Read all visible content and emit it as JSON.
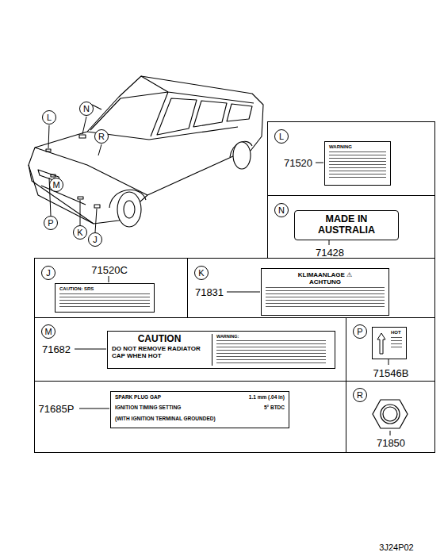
{
  "diagram": {
    "nodes": [
      {
        "text": [
          "L"
        ]
      },
      {
        "text": [
          "N"
        ]
      },
      {
        "text": [
          "R"
        ]
      },
      {
        "text": [
          "M"
        ]
      },
      {
        "text": [
          "P"
        ]
      },
      {
        "text": [
          "K"
        ]
      },
      {
        "text": [
          "J"
        ]
      },
      {
        "text": [
          "71520"
        ]
      },
      {
        "text": [
          "L"
        ],
        "in": 7
      },
      {
        "text": [
          "WARNING"
        ],
        "in": 7
      },
      {
        "text": [
          "71428"
        ]
      },
      {
        "text": [
          "N"
        ],
        "in": 10
      },
      {
        "text": [
          "MADE IN AUSTRALIA"
        ],
        "in": 10
      },
      {
        "text": [
          "71520C"
        ]
      },
      {
        "text": [
          "J"
        ],
        "in": 13
      },
      {
        "text": [
          "CAUTION: SRS"
        ],
        "in": 13
      },
      {
        "text": [
          "71831"
        ]
      },
      {
        "text": [
          "K"
        ],
        "in": 16
      },
      {
        "text": [
          "KLIMAANLAGE ⚠ ACHTUNG"
        ],
        "in": 16
      },
      {
        "text": [
          "71682"
        ]
      },
      {
        "text": [
          "M"
        ],
        "in": 19
      },
      {
        "text": [
          "CAUTION",
          "DO NOT REMOVE RADIATOR CAP WHEN HOT",
          "WARNING:"
        ],
        "in": 19
      },
      {
        "text": [
          "71546B"
        ]
      },
      {
        "text": [
          "P"
        ],
        "in": 22
      },
      {
        "text": [
          "HOT"
        ],
        "in": 22
      },
      {
        "text": [
          "71685P"
        ]
      },
      {
        "text": [
          "SPARK PLUG GAP",
          "1.1 mm (.04 in)",
          "IGNITION TIMING SETTING",
          "5° BTDC",
          "(WITH IGNITION TERMINAL GROUNDED)"
        ],
        "in": 25
      },
      {
        "text": [
          "71850"
        ]
      },
      {
        "text": [
          "R"
        ],
        "in": 27
      }
    ],
    "labels": [
      "3J24P02"
    ]
  }
}
